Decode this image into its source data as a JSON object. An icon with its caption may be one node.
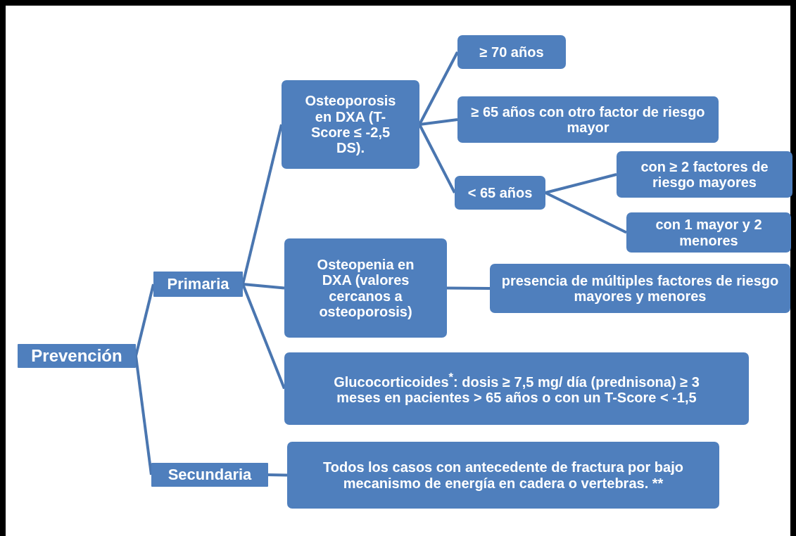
{
  "diagram": {
    "nodes": [
      {
        "text": [
          "Prevención"
        ]
      },
      {
        "text": [
          "Primaria"
        ]
      },
      {
        "text": [
          "Secundaria"
        ]
      },
      {
        "text": [
          "Osteoporosis en DXA (T-Score ≤ -2,5 DS)."
        ]
      },
      {
        "text": [
          "Osteopenia en DXA (valores cercanos a osteoporosis)"
        ]
      },
      {
        "text": [
          "Glucocorticoides$^{*}$: dosis ≥ 7,5 mg/ día (prednisona) ≥ 3 meses en pacientes > 65 años o con un T-Score < -1,5"
        ]
      },
      {
        "text": [
          "Todos los casos con antecedente de fractura por bajo mecanismo de energía en cadera o vertebras. **"
        ]
      },
      {
        "text": [
          "≥ 70 años"
        ]
      },
      {
        "text": [
          "≥ 65 años con otro factor de riesgo mayor"
        ]
      },
      {
        "text": [
          "< 65 años"
        ]
      },
      {
        "text": [
          "con ≥ 2 factores de riesgo mayores"
        ]
      },
      {
        "text": [
          "con 1 mayor y 2 menores"
        ]
      },
      {
        "text": [
          "presencia de múltiples factores de riesgo mayores y menores"
        ]
      }
    ],
    "edges": [
      {
        "from": 0,
        "to": 1,
        "arrow": "none"
      },
      {
        "from": 0,
        "to": 2,
        "arrow": "none"
      },
      {
        "from": 1,
        "to": 3,
        "arrow": "none"
      },
      {
        "from": 1,
        "to": 4,
        "arrow": "none"
      },
      {
        "from": 1,
        "to": 5,
        "arrow": "none"
      },
      {
        "from": 2,
        "to": 6,
        "arrow": "none"
      },
      {
        "from": 3,
        "to": 7,
        "arrow": "none"
      },
      {
        "from": 3,
        "to": 8,
        "arrow": "none"
      },
      {
        "from": 3,
        "to": 9,
        "arrow": "none"
      },
      {
        "from": 9,
        "to": 10,
        "arrow": "none"
      },
      {
        "from": 9,
        "to": 11,
        "arrow": "none"
      },
      {
        "from": 4,
        "to": 12,
        "arrow": "none"
      }
    ]
  }
}
